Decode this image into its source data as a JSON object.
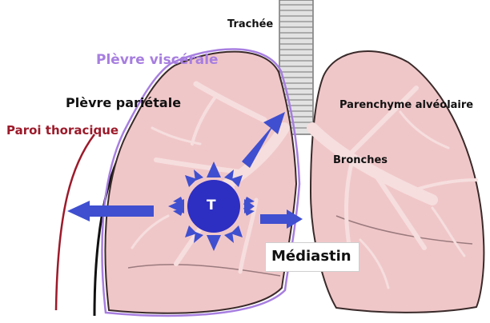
{
  "labels": {
    "trachea": "Trachée",
    "visceral_pleura": "Plèvre viscérale",
    "parietal_pleura": "Plèvre pariétale",
    "thoracic_wall": "Paroi thoracique",
    "parenchyma": "Parenchyme alvéolaire",
    "bronchi": "Bronches",
    "tumor": "T",
    "mediastinum": "Médiastin"
  },
  "colors": {
    "lung_fill": "#f0c7c9",
    "lung_outline": "#3a2a2a",
    "airway": "#f6dede",
    "visceral_pleura": "#a77ee0",
    "parietal_pleura": "#111111",
    "thoracic_wall": "#9c1a2a",
    "tumor": "#2d2ec2",
    "arrow": "#3f4fd0",
    "trachea_fill": "#e2e2e2"
  }
}
